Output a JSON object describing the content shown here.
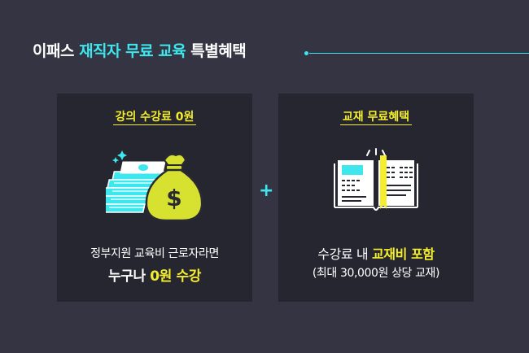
{
  "header": {
    "prefix": "이패스",
    "highlight": "재직자 무료 교육",
    "suffix": "특별혜택"
  },
  "cards": [
    {
      "title": "강의 수강료 0원",
      "icon": "money-bag-icon",
      "line1": "정부지원 교육비 근로자라면",
      "line2_prefix": "누구나",
      "line2_highlight": "0원 수강"
    },
    {
      "title": "교재 무료혜택",
      "icon": "open-book-icon",
      "line1_prefix": "수강료 내",
      "line1_highlight": "교재비 포함",
      "line2": "(최대 30,000원 상당 교재)"
    }
  ],
  "plus_sign": "+",
  "colors": {
    "background": "#343442",
    "card": "#262631",
    "accent_cyan": "#3ee7ee",
    "accent_yellow": "#f4ee2c"
  }
}
